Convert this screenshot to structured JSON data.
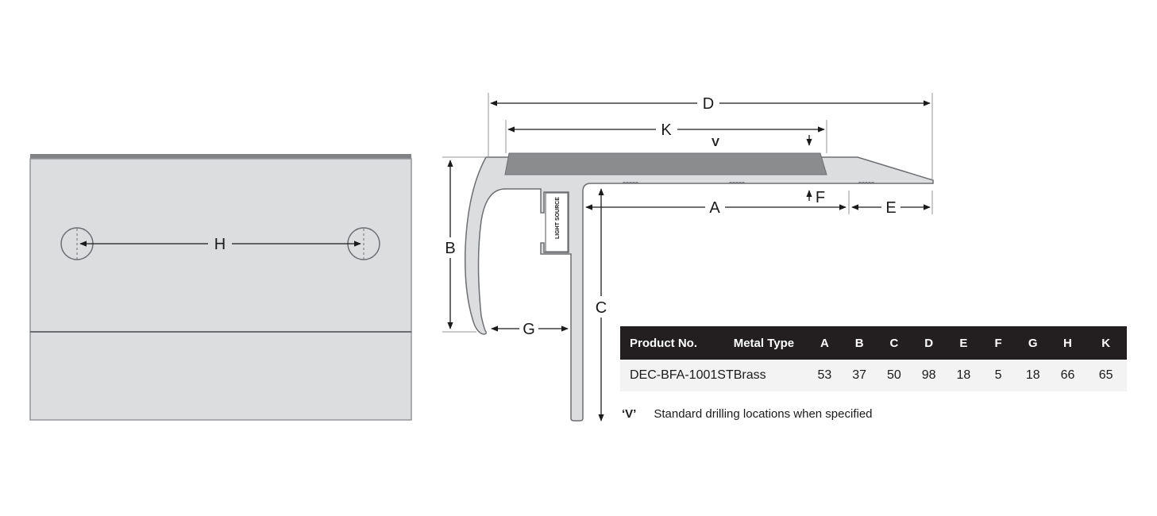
{
  "diagram": {
    "labels": {
      "A": "A",
      "B": "B",
      "C": "C",
      "D": "D",
      "E": "E",
      "F": "F",
      "G": "G",
      "H": "H",
      "K": "K",
      "V": "V",
      "light_source": "LIGHT SOURCE"
    }
  },
  "table": {
    "headers": [
      "Product No.",
      "Metal Type",
      "A",
      "B",
      "C",
      "D",
      "E",
      "F",
      "G",
      "H",
      "K"
    ],
    "rows": [
      [
        "DEC-BFA-1001ST",
        "Brass",
        "53",
        "37",
        "50",
        "98",
        "18",
        "5",
        "18",
        "66",
        "65"
      ]
    ]
  },
  "note": {
    "symbol": "‘V’",
    "text": "Standard drilling locations when specified"
  }
}
